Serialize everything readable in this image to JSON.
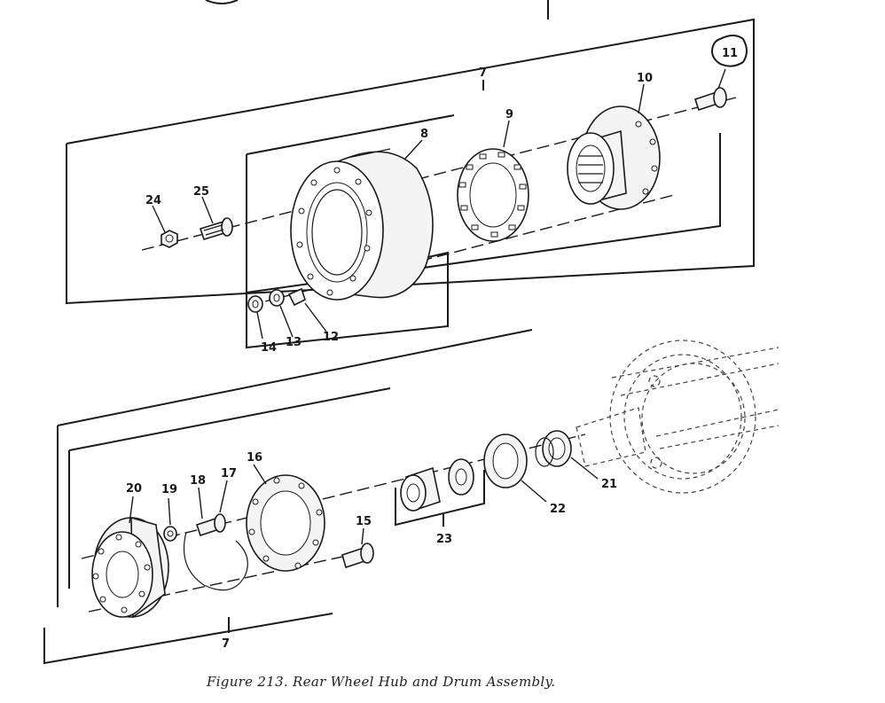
{
  "caption": "Figure 213. Rear Wheel Hub and Drum Assembly.",
  "callouts": {
    "c7_top": "7",
    "c8": "8",
    "c9": "9",
    "c10": "10",
    "c11": "11",
    "c12": "12",
    "c13": "13",
    "c14": "14",
    "c15": "15",
    "c16": "16",
    "c17": "17",
    "c18": "18",
    "c19": "19",
    "c20": "20",
    "c21": "21",
    "c22": "22",
    "c23": "23",
    "c24": "24",
    "c25": "25",
    "c7_bottom": "7"
  }
}
